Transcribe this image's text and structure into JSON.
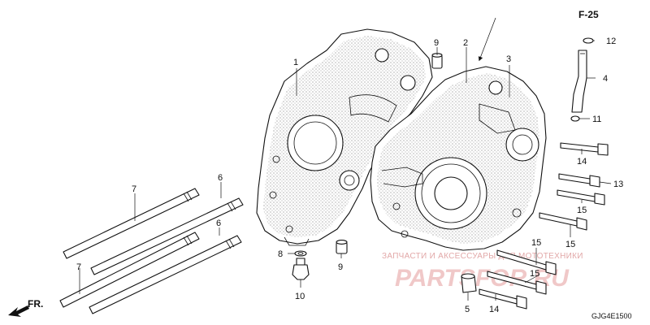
{
  "diagram": {
    "section_code": "F-25",
    "figure_id": "GJG4E1500",
    "direction_label": "FR.",
    "watermark_small": "ЗАПЧАСТИ И АКСЕССУАРЫ ДЛЯ МОТОТЕХНИКИ",
    "watermark_large": "PARTSFOR.RU",
    "callouts": {
      "c1": "1",
      "c2": "2",
      "c3": "3",
      "c4": "4",
      "c5": "5",
      "c6a": "6",
      "c6b": "6",
      "c7a": "7",
      "c7b": "7",
      "c8": "8",
      "c9a": "9",
      "c9b": "9",
      "c10": "10",
      "c11": "11",
      "c12": "12",
      "c13": "13",
      "c14a": "14",
      "c14b": "14",
      "c15a": "15",
      "c15b": "15",
      "c15c": "15",
      "c15d": "15"
    }
  }
}
